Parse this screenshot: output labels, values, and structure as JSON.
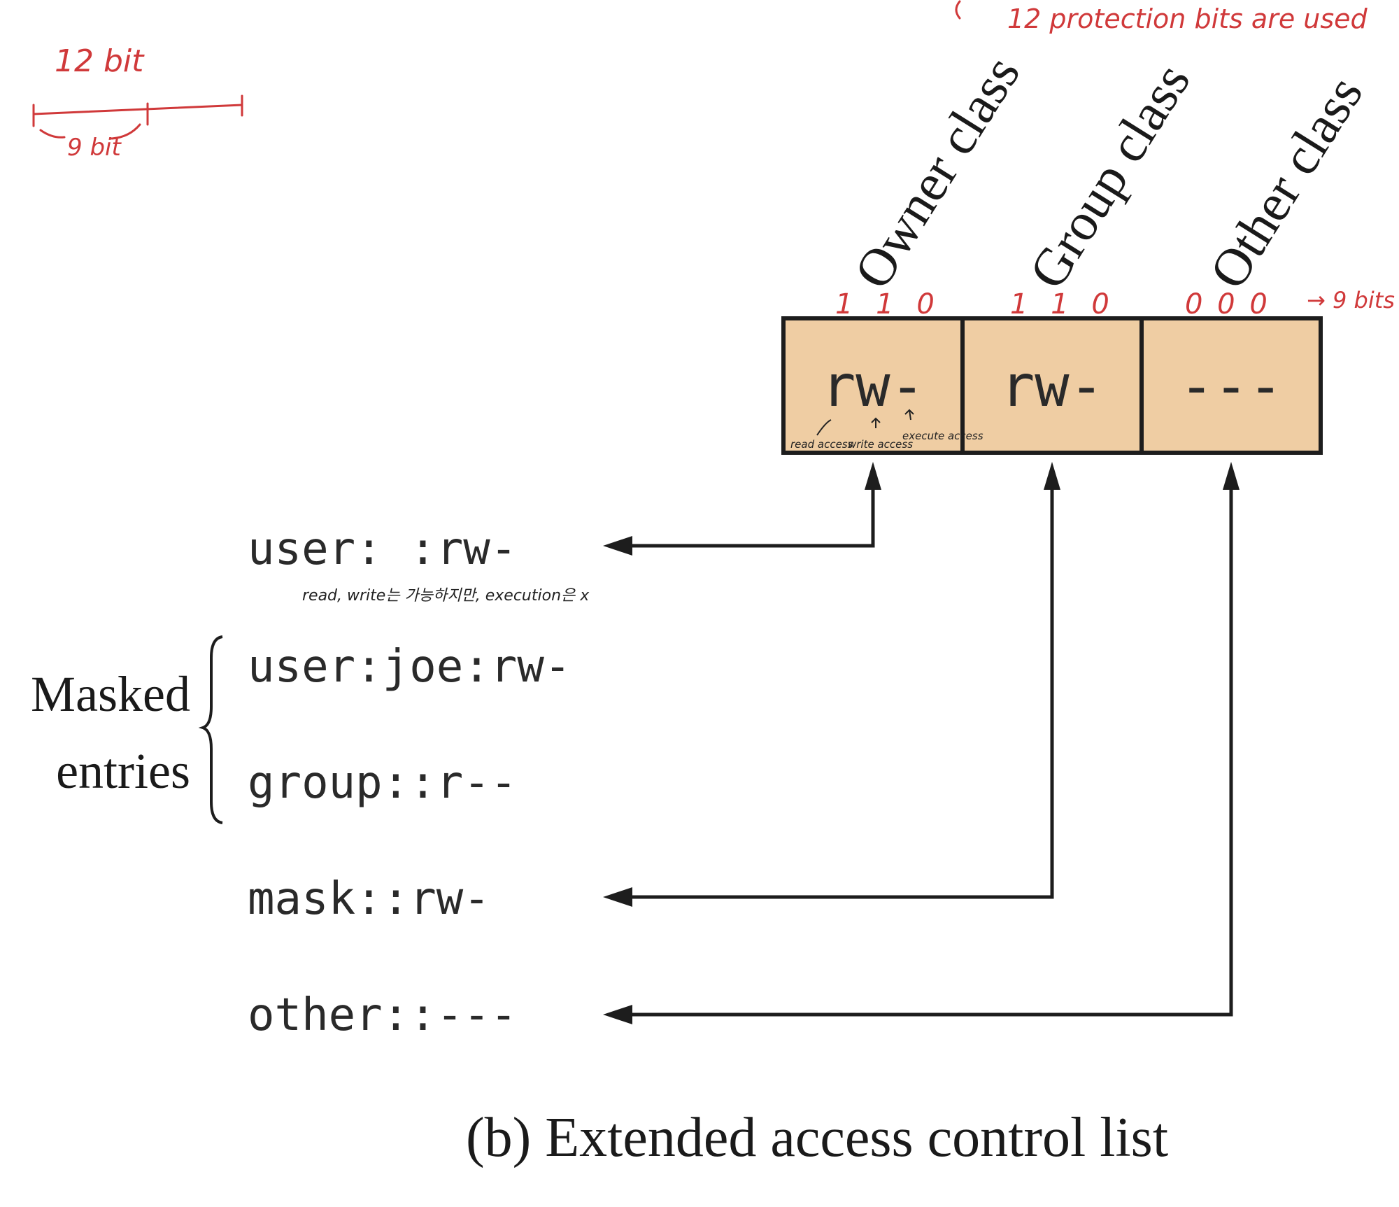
{
  "caption": "(b) Extended access control list",
  "classes": [
    {
      "label": "Owner class",
      "permission": "rw-",
      "bits": "1 1 0"
    },
    {
      "label": "Group class",
      "permission": "rw-",
      "bits": "1 1 0"
    },
    {
      "label": "Other class",
      "permission": "---",
      "bits": "0 0 0"
    }
  ],
  "acl_entries": [
    {
      "text": "user: :rw-"
    },
    {
      "text": "user:joe:rw-"
    },
    {
      "text": "group::r--"
    },
    {
      "text": "mask::rw-"
    },
    {
      "text": "other::---"
    }
  ],
  "masked_label": {
    "line1": "Masked",
    "line2": "entries"
  },
  "annotations": {
    "top_note": "12 protection bits are used",
    "bits_total": "12 bit",
    "bits_sub": "9 bit",
    "nine_bits": "→ 9 bits",
    "read_access": "read access",
    "write_access": "write access",
    "execute_access": "execute access",
    "user_note": "read, write는 가능하지만, execution은 x"
  },
  "colors": {
    "box_fill": "#efcda3",
    "annotation": "#d0393a",
    "ink": "#1d1d1d"
  }
}
